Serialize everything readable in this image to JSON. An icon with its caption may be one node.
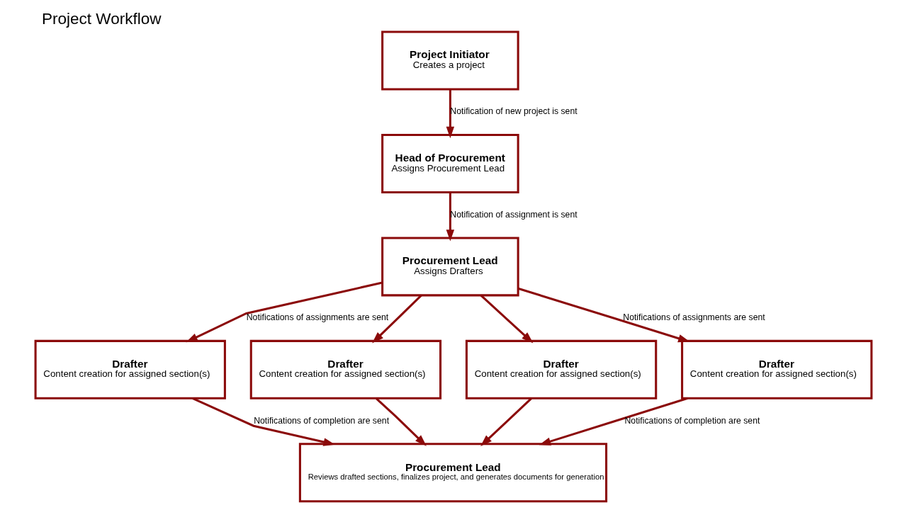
{
  "diagram": {
    "title": "Project Workflow",
    "nodes": [
      {
        "text": [
          "Project Initiator",
          "Creates a project"
        ]
      },
      {
        "text": [
          "Head of Procurement",
          "Assigns Procurement Lead"
        ]
      },
      {
        "text": [
          "Procurement Lead",
          "Assigns Drafters"
        ]
      },
      {
        "text": [
          "Drafter",
          "Content creation for assigned section(s)"
        ]
      },
      {
        "text": [
          "Drafter",
          "Content creation for assigned section(s)"
        ]
      },
      {
        "text": [
          "Drafter",
          "Content creation for assigned section(s)"
        ]
      },
      {
        "text": [
          "Drafter",
          "Content creation for assigned section(s)"
        ]
      },
      {
        "text": [
          "Procurement Lead",
          "Reviews drafted sections, finalizes project, and generates documents for generation"
        ]
      }
    ],
    "edges": [
      {
        "from": 0,
        "to": 1,
        "arrow": "to",
        "label": "Notification of new project is sent"
      },
      {
        "from": 1,
        "to": 2,
        "arrow": "to",
        "label": "Notification of assignment is sent"
      },
      {
        "from": 2,
        "to": 3,
        "arrow": "to",
        "label": "Notifications of assignments are sent"
      },
      {
        "from": 2,
        "to": 4,
        "arrow": "to"
      },
      {
        "from": 2,
        "to": 5,
        "arrow": "to"
      },
      {
        "from": 2,
        "to": 6,
        "arrow": "to",
        "label": "Notifications of assignments are sent"
      },
      {
        "from": 3,
        "to": 7,
        "arrow": "to",
        "label": "Notifications of completion are sent"
      },
      {
        "from": 4,
        "to": 7,
        "arrow": "to"
      },
      {
        "from": 5,
        "to": 7,
        "arrow": "to"
      },
      {
        "from": 6,
        "to": 7,
        "arrow": "to",
        "label": "Notifications of completion are sent"
      }
    ]
  }
}
